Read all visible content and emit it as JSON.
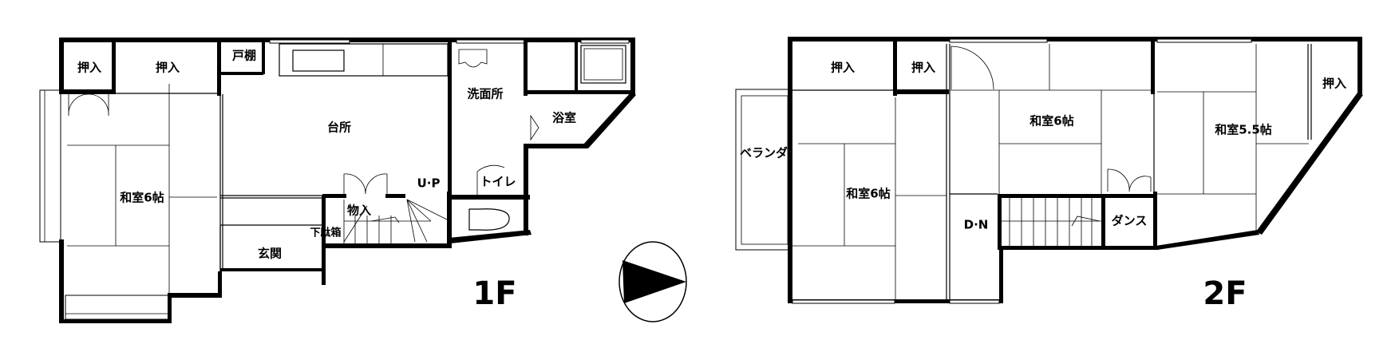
{
  "floor1": {
    "floor_label": "1F",
    "rooms": {
      "oshiire_a": "押入",
      "oshiire_b": "押入",
      "todana": "戸棚",
      "kitchen": "台所",
      "washroom": "洗面所",
      "bath": "浴室",
      "washitsu": "和室6帖",
      "up": "U·P",
      "toilet": "トイレ",
      "storage": "物入",
      "shoe_box": "下駄箱",
      "entrance": "玄関"
    }
  },
  "floor2": {
    "floor_label": "2F",
    "rooms": {
      "oshiire_a": "押入",
      "oshiire_b": "押入",
      "oshiire_c": "押入",
      "washitsu_mid": "和室6帖",
      "washitsu_right": "和室5.5帖",
      "washitsu_left": "和室6帖",
      "veranda": "ベランダ",
      "down": "D·N",
      "closet": "ダンス"
    }
  },
  "compass": {
    "direction": "north-arrow"
  }
}
